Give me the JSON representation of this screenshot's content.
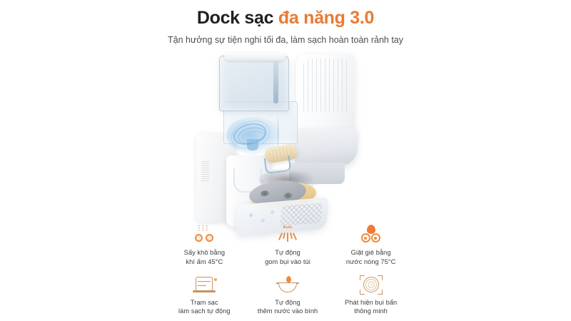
{
  "header": {
    "title_plain": "Dock sạc ",
    "title_accent": "đa năng 3.0",
    "subtitle": "Tận hưởng sự tiện nghi tối đa, làm sạch hoàn toàn rảnh tay",
    "accent_color": "#e87a35",
    "title_color": "#231f20",
    "subtitle_color": "#4d4d4d"
  },
  "hero": {
    "alt": "Dock sạc đa năng 3.0 - hình phân rã các bộ phận",
    "parts": [
      "bình nước sạch",
      "bình nước thải",
      "luồng khí sấy",
      "chổi lăn",
      "túi gom bụi",
      "đĩa giẻ lau",
      "khay đế"
    ]
  },
  "features": [
    {
      "icon": "warm-air-dryer-icon",
      "label": "Sấy khô bằng\nkhí ấm 45°C",
      "badge": ""
    },
    {
      "icon": "auto-dust-collection-icon",
      "label": "Tự động\ngom bụi vào túi",
      "badge": "Auto"
    },
    {
      "icon": "hot-water-wash-icon",
      "label": "Giặt giẻ bằng\nnước nóng 75°C",
      "badge": ""
    },
    {
      "icon": "charging-dock-selfclean-icon",
      "label": "Trạm sạc\nlàm sạch tự động",
      "badge": ""
    },
    {
      "icon": "auto-water-refill-icon",
      "label": "Tự động\nthêm nước vào bình",
      "badge": ""
    },
    {
      "icon": "smart-dirt-detection-icon",
      "label": "Phát hiện bụi bẩn\nthông minh",
      "badge": ""
    }
  ],
  "theme": {
    "background": "#ffffff",
    "icon_orange": "#ef8b3d",
    "icon_brown": "#c8925f",
    "airflow_blue": "#56a0d6"
  }
}
